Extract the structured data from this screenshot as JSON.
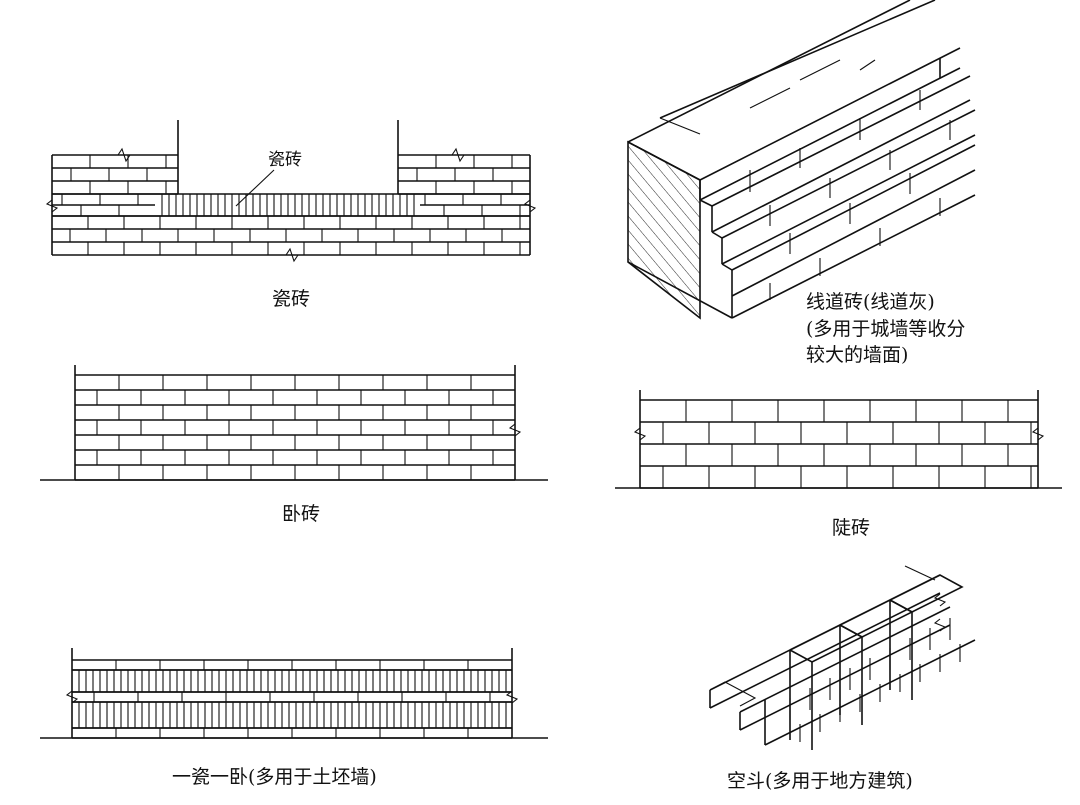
{
  "panels": {
    "ci_zhuan": {
      "caption": "瓷砖",
      "callout": "瓷砖"
    },
    "xiandao": {
      "line1": "线道砖(线道灰)",
      "line2": "(多用于城墙等收分",
      "line3": "较大的墙面)"
    },
    "wo_zhuan": {
      "caption": "卧砖"
    },
    "dou_zhuan": {
      "caption": "陡砖"
    },
    "yici_yiwo": {
      "caption": "一瓷一卧(多用于土坯墙)"
    },
    "kong_dou": {
      "caption": "空斗(多用于地方建筑)"
    }
  }
}
